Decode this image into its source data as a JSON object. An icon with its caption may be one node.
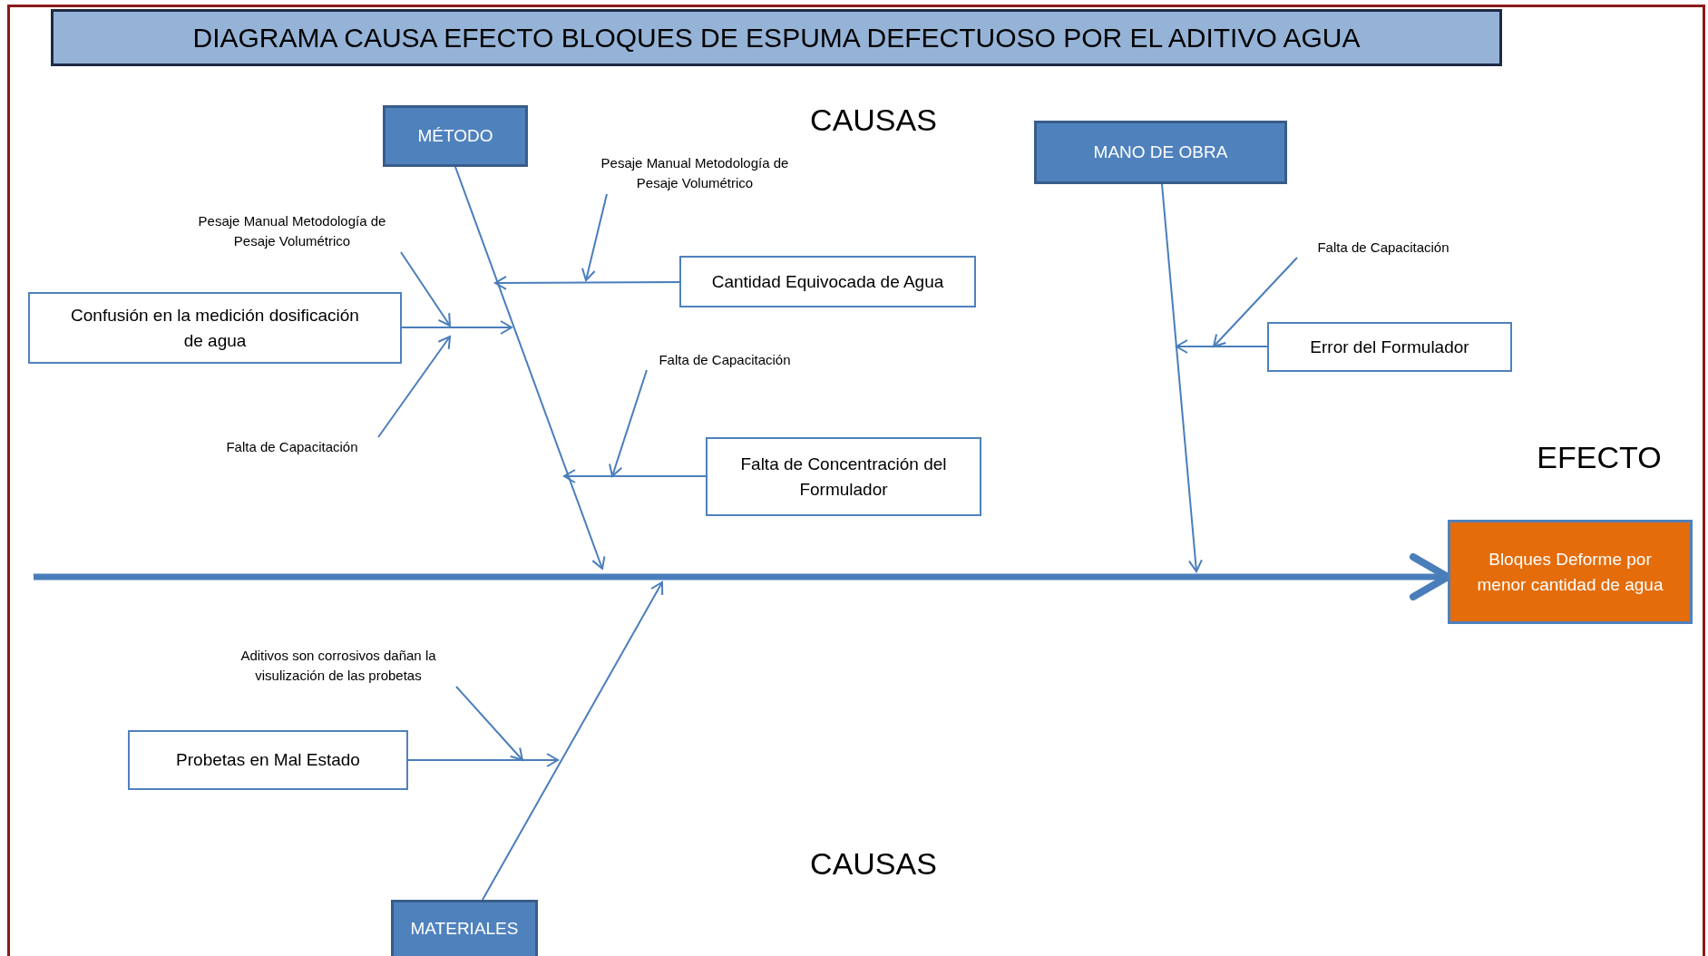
{
  "diagram": {
    "title": "DIAGRAMA CAUSA EFECTO BLOQUES DE ESPUMA DEFECTUOSO POR EL ADITIVO AGUA",
    "nodes": [
      {
        "text": [
          "MÉTODO"
        ]
      },
      {
        "text": [
          "MANO DE OBRA"
        ]
      },
      {
        "text": [
          "MATERIALES"
        ]
      },
      {
        "text": [
          "Bloques  Deforme por menor cantidad de agua"
        ]
      },
      {
        "text": [
          "Confusión en la medición dosificación de agua"
        ]
      },
      {
        "text": [
          "Cantidad Equivocada de Agua"
        ]
      },
      {
        "text": [
          "Falta de Concentración del Formulador"
        ]
      },
      {
        "text": [
          "Error del Formulador"
        ]
      },
      {
        "text": [
          "Probetas en Mal Estado"
        ]
      },
      {
        "text": [
          "Pesaje Manual Metodología de Pesaje Volumétrico"
        ]
      },
      {
        "text": [
          "Falta de Capacitación"
        ]
      },
      {
        "text": [
          "Pesaje Manual Metodología de Pesaje Volumétrico"
        ]
      },
      {
        "text": [
          "Falta de Capacitación"
        ]
      },
      {
        "text": [
          "Falta de Capacitación"
        ]
      },
      {
        "text": [
          "Aditivos son corrosivos dañan la visulización de las probetas"
        ]
      }
    ],
    "edges": [
      {
        "from": null,
        "to": 3,
        "arrow": "to",
        "style": "thick"
      },
      {
        "from": 0,
        "to": null,
        "arrow": "to"
      },
      {
        "from": 1,
        "to": null,
        "arrow": "to"
      },
      {
        "from": 2,
        "to": null,
        "arrow": "to"
      },
      {
        "from": 4,
        "to": null,
        "arrow": "to"
      },
      {
        "from": 5,
        "to": null,
        "arrow": "to"
      },
      {
        "from": 6,
        "to": null,
        "arrow": "to"
      },
      {
        "from": 7,
        "to": null,
        "arrow": "to"
      },
      {
        "from": 8,
        "to": null,
        "arrow": "to"
      },
      {
        "from": 9,
        "to": null,
        "arrow": "to"
      },
      {
        "from": 10,
        "to": null,
        "arrow": "to"
      },
      {
        "from": 11,
        "to": null,
        "arrow": "to"
      },
      {
        "from": 12,
        "to": null,
        "arrow": "to"
      },
      {
        "from": 13,
        "to": null,
        "arrow": "to"
      },
      {
        "from": 14,
        "to": null,
        "arrow": "to"
      }
    ],
    "labels": [
      "CAUSAS",
      "EFECTO",
      "CAUSAS"
    ]
  }
}
